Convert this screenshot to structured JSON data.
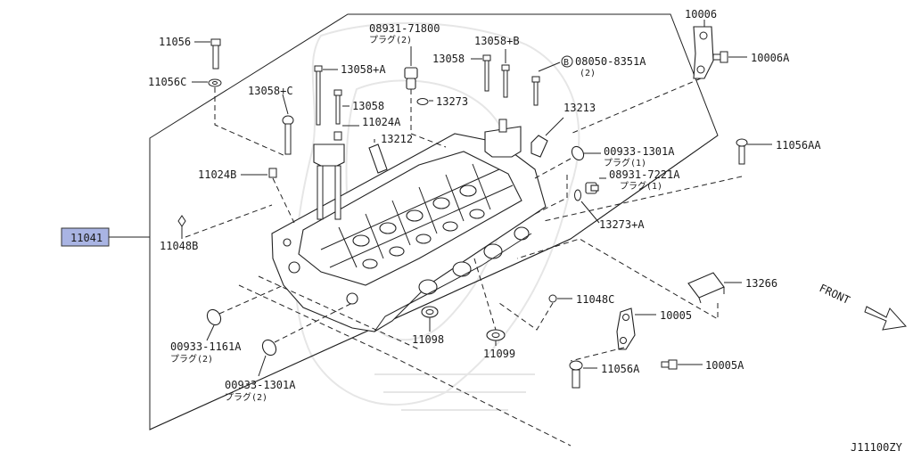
{
  "diagram_code": "J11100ZY",
  "front_label": "FRONT",
  "main_part": {
    "number": "11041",
    "highlight_color": "#a9b4e3"
  },
  "callouts": {
    "c11056": "11056",
    "c11056C": "11056C",
    "c13058C": "13058+C",
    "c13058A": "13058+A",
    "c13058": "13058",
    "c11024A": "11024A",
    "c08931_71800": "08931-71800",
    "c08931_71800_sub": "プラグ(2)",
    "c13058B": "13058+B",
    "c13058b2": "13058",
    "c08050": "08050-8351A",
    "c08050_sub": "(2)",
    "c08050_mark": "B",
    "c13273": "13273",
    "c13213": "13213",
    "c13212": "13212",
    "c11024B": "11024B",
    "c11048B": "11048B",
    "c10006": "10006",
    "c10006A": "10006A",
    "c11056AA": "11056AA",
    "c00933_1301A_r": "00933-1301A",
    "c00933_1301A_r_sub": "プラグ(1)",
    "c08931_7221A": "08931-7221A",
    "c08931_7221A_sub": "プラグ(1)",
    "c13273A": "13273+A",
    "c13266": "13266",
    "c11048C": "11048C",
    "c10005": "10005",
    "c11098": "11098",
    "c11099": "11099",
    "c00933_1161A": "00933-1161A",
    "c00933_1161A_sub": "プラグ(2)",
    "c00933_1301A_b": "00933-1301A",
    "c00933_1301A_b_sub": "プラグ(2)",
    "c11056A": "11056A",
    "c10005A": "10005A"
  },
  "icons": [
    "bolt-icon",
    "washer-icon",
    "plug-icon",
    "bracket-icon",
    "front-arrow-icon"
  ]
}
